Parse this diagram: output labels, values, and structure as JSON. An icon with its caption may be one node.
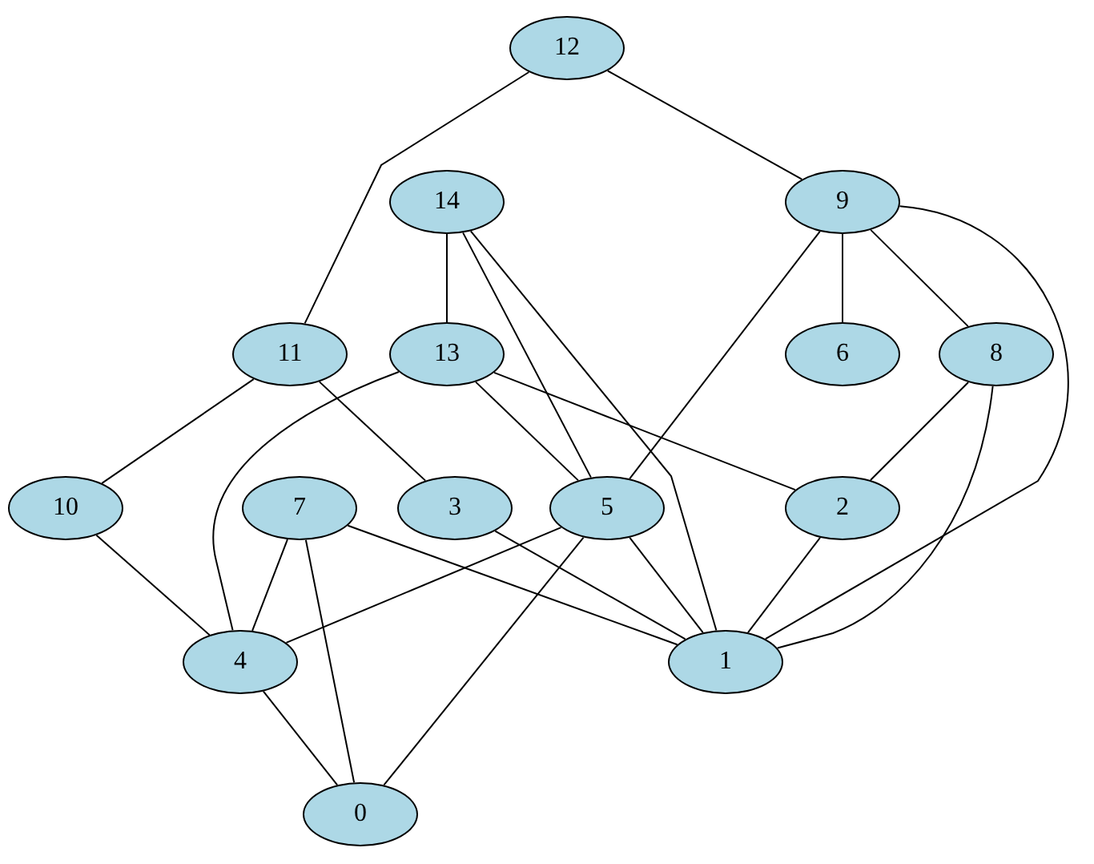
{
  "diagram": {
    "nodes": [
      {
        "text": [
          "12"
        ]
      },
      {
        "text": [
          "14"
        ]
      },
      {
        "text": [
          "9"
        ]
      },
      {
        "text": [
          "11"
        ]
      },
      {
        "text": [
          "13"
        ]
      },
      {
        "text": [
          "6"
        ]
      },
      {
        "text": [
          "8"
        ]
      },
      {
        "text": [
          "10"
        ]
      },
      {
        "text": [
          "7"
        ]
      },
      {
        "text": [
          "3"
        ]
      },
      {
        "text": [
          "5"
        ]
      },
      {
        "text": [
          "2"
        ]
      },
      {
        "text": [
          "4"
        ]
      },
      {
        "text": [
          "1"
        ]
      },
      {
        "text": [
          "0"
        ]
      }
    ],
    "edges": [
      {
        "from": 0,
        "to": 3,
        "arrow": "none"
      },
      {
        "from": 0,
        "to": 2,
        "arrow": "none"
      },
      {
        "from": 1,
        "to": 4,
        "arrow": "none"
      },
      {
        "from": 1,
        "to": 10,
        "arrow": "none"
      },
      {
        "from": 1,
        "to": 13,
        "arrow": "none"
      },
      {
        "from": 2,
        "to": 10,
        "arrow": "none"
      },
      {
        "from": 2,
        "to": 5,
        "arrow": "none"
      },
      {
        "from": 2,
        "to": 6,
        "arrow": "none"
      },
      {
        "from": 2,
        "to": 13,
        "arrow": "none"
      },
      {
        "from": 3,
        "to": 7,
        "arrow": "none"
      },
      {
        "from": 3,
        "to": 9,
        "arrow": "none"
      },
      {
        "from": 4,
        "to": 12,
        "arrow": "none"
      },
      {
        "from": 4,
        "to": 10,
        "arrow": "none"
      },
      {
        "from": 4,
        "to": 11,
        "arrow": "none"
      },
      {
        "from": 6,
        "to": 11,
        "arrow": "none"
      },
      {
        "from": 6,
        "to": 13,
        "arrow": "none"
      },
      {
        "from": 7,
        "to": 12,
        "arrow": "none"
      },
      {
        "from": 8,
        "to": 12,
        "arrow": "none"
      },
      {
        "from": 8,
        "to": 14,
        "arrow": "none"
      },
      {
        "from": 8,
        "to": 13,
        "arrow": "none"
      },
      {
        "from": 9,
        "to": 13,
        "arrow": "none"
      },
      {
        "from": 10,
        "to": 12,
        "arrow": "none"
      },
      {
        "from": 10,
        "to": 14,
        "arrow": "none"
      },
      {
        "from": 10,
        "to": 13,
        "arrow": "none"
      },
      {
        "from": 11,
        "to": 13,
        "arrow": "none"
      },
      {
        "from": 12,
        "to": 14,
        "arrow": "none"
      }
    ]
  }
}
